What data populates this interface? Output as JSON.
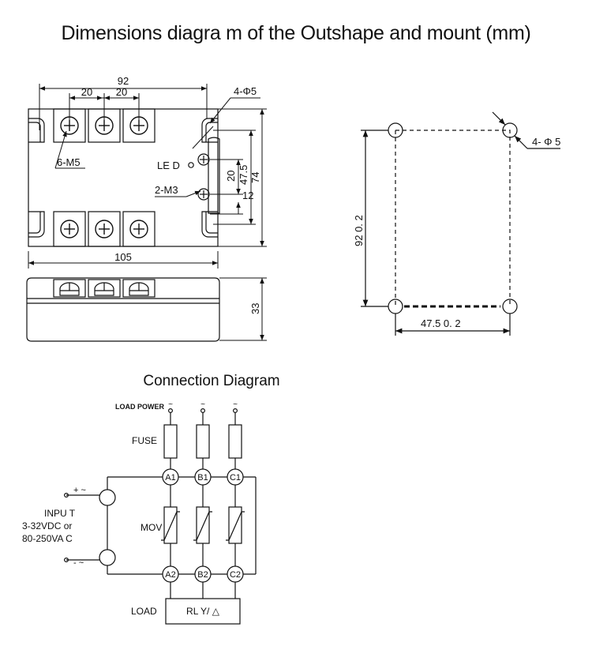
{
  "page_title": "Dimensions  diagra m of the Outshape  and mount (mm)",
  "connection_title": "Connection  Diagram",
  "outline": {
    "dim_total_width": "92",
    "dim_pitch_1": "20",
    "dim_pitch_2": "20",
    "hole_label": "4-Φ5",
    "screw_label": "6-M5",
    "led_label": "LE D",
    "control_screw_label": "2-M3",
    "dim_20": "20",
    "dim_47_5": "47.5",
    "dim_74": "74",
    "dim_12": "12",
    "dim_105": "105",
    "dim_33": "33"
  },
  "mount": {
    "hole_label": "4-  Φ 5",
    "dim_vertical": "92    0. 2",
    "dim_horizontal": "47.5      0. 2"
  },
  "connection": {
    "load_power_label": "LOAD POWER",
    "tilde": "~",
    "fuse_label": "FUSE",
    "mov_label": "MOV",
    "input_label_1": "INPU T",
    "input_label_2": "3-32VDC or",
    "input_label_3": "80-250VA   C",
    "plus_label": "+ ~",
    "minus_label": "-  ~",
    "load_label": "LOAD",
    "load_box_label": "RL  Y/ △",
    "terminals_top": [
      "A1",
      "B1",
      "C1"
    ],
    "terminals_bottom": [
      "A2",
      "B2",
      "C2"
    ]
  }
}
